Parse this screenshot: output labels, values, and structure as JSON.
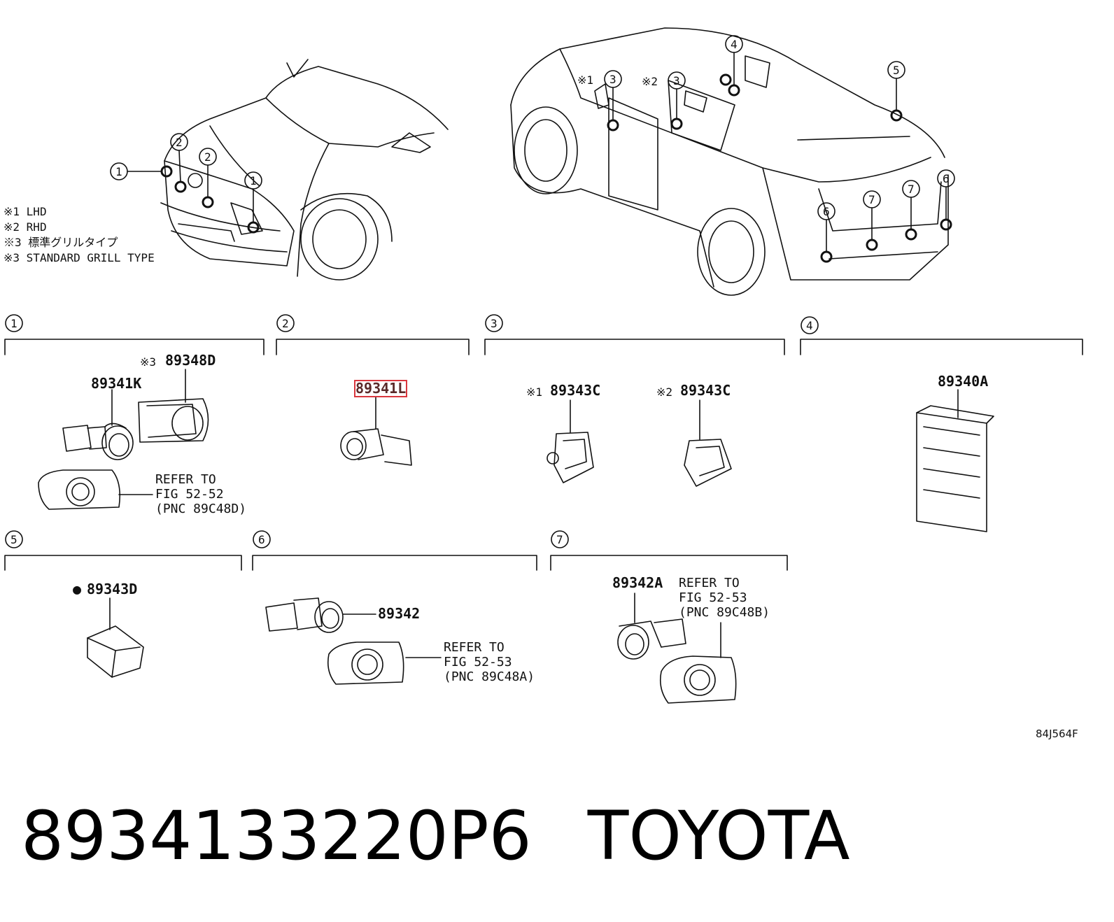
{
  "legend": {
    "lines": [
      "※1 LHD",
      "※2 RHD",
      "※3 標準グリルタイプ",
      "※3 STANDARD GRILL TYPE"
    ]
  },
  "callouts": [
    "1",
    "2",
    "3",
    "4",
    "5",
    "6",
    "7"
  ],
  "vehicle_markers": {
    "m1": "※1",
    "m2": "※2"
  },
  "sections": [
    {
      "num": "1",
      "parts": [
        {
          "marker": "※3",
          "pn": "89348D"
        },
        {
          "pn": "89341K"
        }
      ],
      "refer": [
        "REFER TO",
        "FIG 52-52",
        "(PNC 89C48D)"
      ]
    },
    {
      "num": "2",
      "parts": [
        {
          "pn": "89341L",
          "highlighted": true
        }
      ]
    },
    {
      "num": "3",
      "parts": [
        {
          "marker": "※1",
          "pn": "89343C"
        },
        {
          "marker": "※2",
          "pn": "89343C"
        }
      ]
    },
    {
      "num": "4",
      "parts": [
        {
          "pn": "89340A"
        }
      ]
    },
    {
      "num": "5",
      "parts": [
        {
          "marker": "●",
          "pn": "89343D"
        }
      ]
    },
    {
      "num": "6",
      "parts": [
        {
          "pn": "89342"
        }
      ],
      "refer": [
        "REFER TO",
        "FIG 52-53",
        "(PNC 89C48A)"
      ]
    },
    {
      "num": "7",
      "parts": [
        {
          "pn": "89342A"
        }
      ],
      "refer": [
        "REFER TO",
        "FIG 52-53",
        "(PNC 89C48B)"
      ]
    }
  ],
  "figure_code": "84J564F",
  "caption": {
    "part_number": "8934133220P6",
    "brand": "TOYOTA"
  },
  "colors": {
    "line": "#111111",
    "highlight": "#d9363e",
    "background": "#ffffff"
  }
}
